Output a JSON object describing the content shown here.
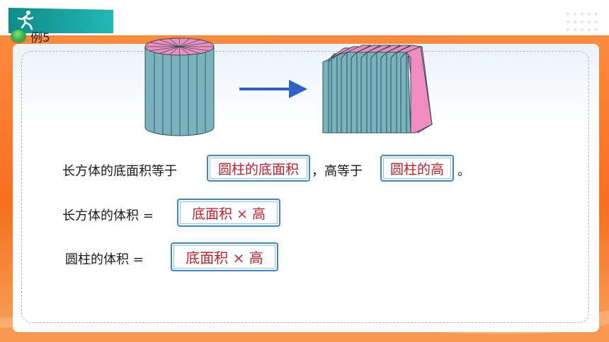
{
  "example": {
    "label": "例5"
  },
  "sentences": {
    "line1": {
      "prefix": "长方体的底面积等于",
      "blank1": "圆柱的底面积",
      "middle": "，高等于",
      "blank2": "圆柱的高",
      "suffix": "。"
    },
    "line2": {
      "prefix": "长方体的体积 =",
      "blank": "底面积 × 高"
    },
    "line3": {
      "prefix": "圆柱的体积 =",
      "blank": "底面积 × 高"
    }
  },
  "icons": {
    "runner": "runner-icon",
    "bullet": "green-bullet-icon",
    "arrow": "right-arrow-icon"
  },
  "colors": {
    "frame_orange": "#f66f1e",
    "banner_teal": "#1aa6a3",
    "box_border": "#3d86d6",
    "answer_red": "#c0202a",
    "cylinder_side": "#79b3bd",
    "cylinder_top": "#f08cbf",
    "arrow_blue": "#2f62c8"
  }
}
